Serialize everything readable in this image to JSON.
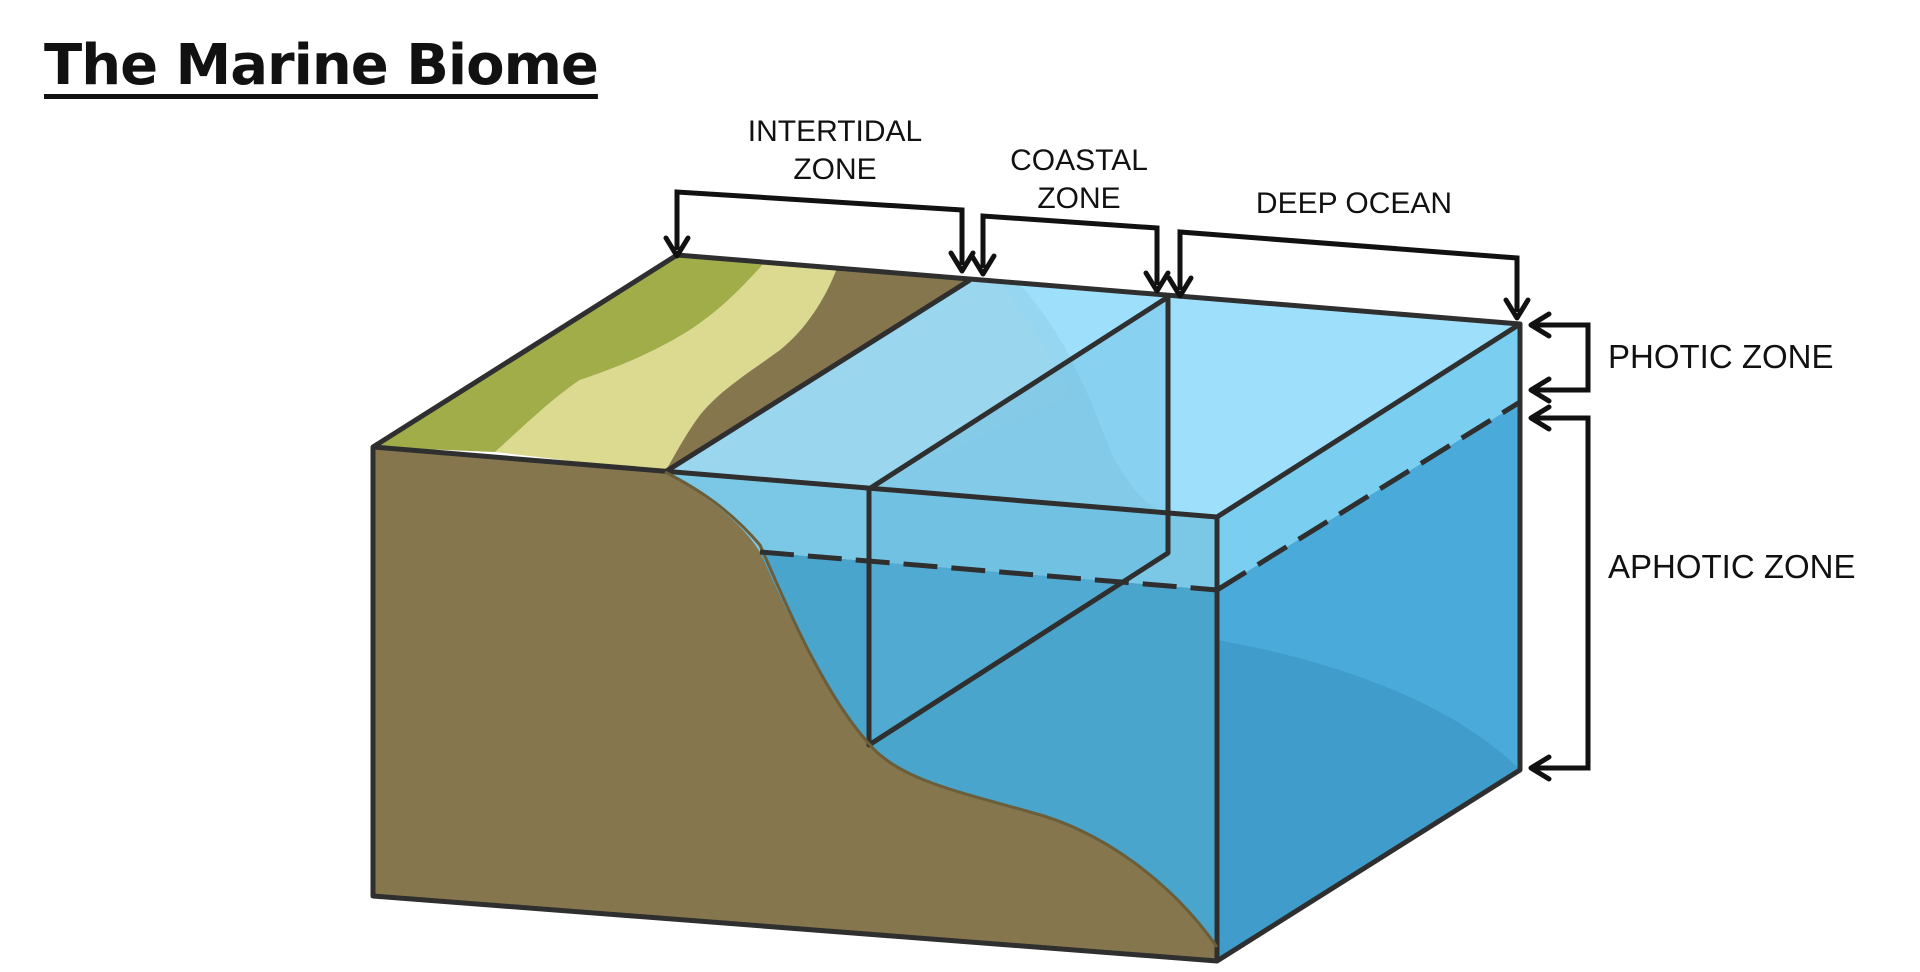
{
  "title": "The Marine Biome",
  "labels": {
    "intertidal_line1": "INTERTIDAL",
    "intertidal_line2": "ZONE",
    "coastal_line1": "COASTAL",
    "coastal_line2": "ZONE",
    "deep_ocean": "DEEP OCEAN",
    "photic": "PHOTIC ZONE",
    "aphotic": "APHOTIC ZONE"
  },
  "colors": {
    "soil": "#85764D",
    "grass": "#A0AD49",
    "sand": "#DCD990",
    "water_surface": "#9EE0FC",
    "water_photic": "#7BCDEC",
    "water_aphotic": "#4AA8D5",
    "outline": "#2F2F2F"
  }
}
